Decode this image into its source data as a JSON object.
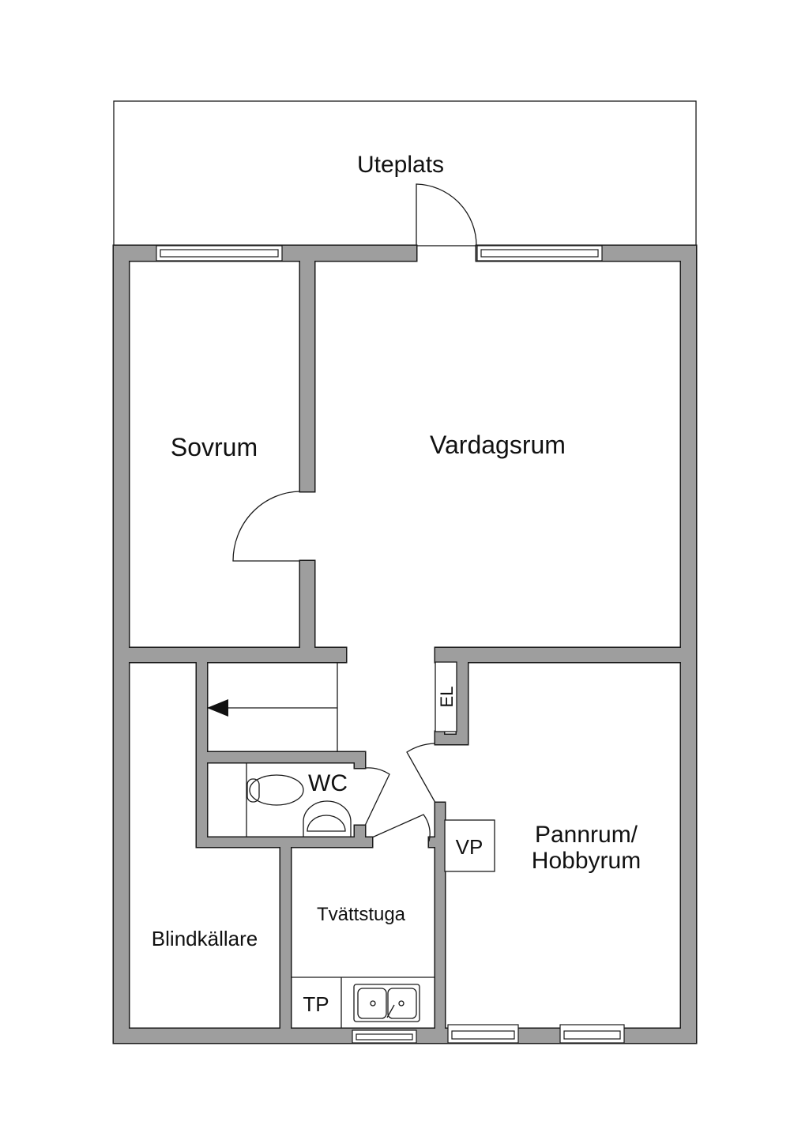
{
  "rooms": {
    "patio": "Uteplats",
    "bedroom": "Sovrum",
    "living": "Vardagsrum",
    "wc": "WC",
    "electric": "EL",
    "heatpump": "VP",
    "boiler_line1": "Pannrum/",
    "boiler_line2": "Hobbyrum",
    "laundry": "Tvättstuga",
    "blind_cellar": "Blindkällare",
    "dryer": "TP"
  },
  "colors": {
    "wall": "#9e9e9e",
    "line": "#1a1a1a"
  }
}
